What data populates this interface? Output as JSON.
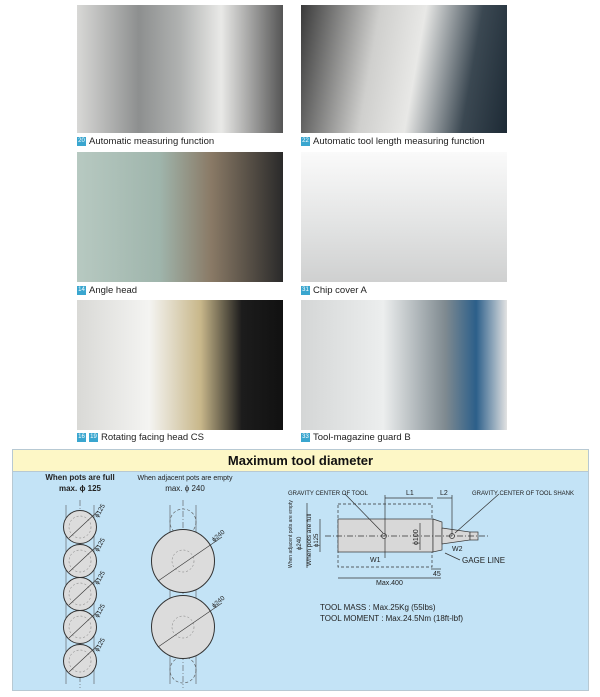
{
  "photos": [
    {
      "num": "20",
      "caption": "Automatic measuring function"
    },
    {
      "num": "22",
      "caption": "Automatic tool length measuring function"
    },
    {
      "num": "14",
      "caption": "Angle head"
    },
    {
      "num": "31",
      "caption": "Chip cover A"
    },
    {
      "num": "16",
      "num2": "19",
      "caption": "Rotating facing head CS"
    },
    {
      "num": "33",
      "caption": "Tool-magazine guard B"
    }
  ],
  "diagram": {
    "title": "Maximum tool diameter",
    "full_label": "When pots are full",
    "full_max": "max. ϕ 125",
    "empty_label": "When adjacent pots are empty",
    "empty_max": "max. ϕ 240",
    "d125": "ϕ125",
    "d240": "ϕ240",
    "gc_tool": "GRAVITY CENTER OF TOOL",
    "gc_shank": "GRAVITY CENTER OF TOOL SHANK",
    "l1": "L1",
    "l2": "L2",
    "w1": "W1",
    "w2": "W2",
    "gage": "GAGE LINE",
    "d100": "ϕ100",
    "empty_side": "When adjacent pots are empty",
    "empty_side2": "ϕ240",
    "full_side": "When pots are full",
    "full_side2": "ϕ125",
    "dim45": "45",
    "max400": "Max.400",
    "mass": "TOOL MASS : Max.25Kg (55lbs)",
    "moment": "TOOL MOMENT : Max.24.5Nm (18ft-lbf)"
  }
}
